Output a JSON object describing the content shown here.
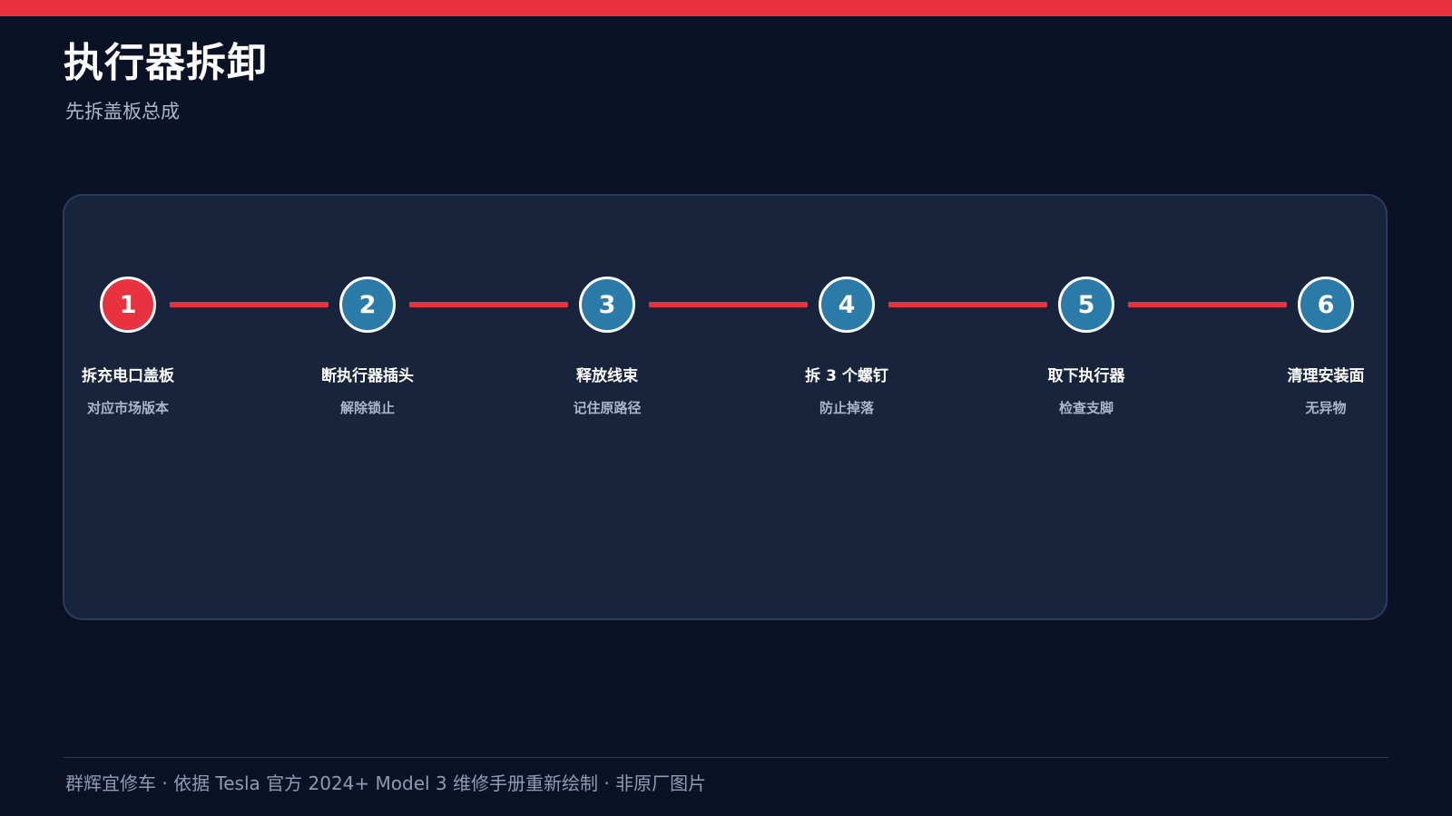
{
  "header": {
    "title": "执行器拆卸",
    "subtitle": "先拆盖板总成"
  },
  "steps": [
    {
      "number": "1",
      "title": "拆充电口盖板",
      "desc": "对应市场版本",
      "active": true
    },
    {
      "number": "2",
      "title": "断执行器插头",
      "desc": "解除锁止",
      "active": false
    },
    {
      "number": "3",
      "title": "释放线束",
      "desc": "记住原路径",
      "active": false
    },
    {
      "number": "4",
      "title": "拆 3 个螺钉",
      "desc": "防止掉落",
      "active": false
    },
    {
      "number": "5",
      "title": "取下执行器",
      "desc": "检查支脚",
      "active": false
    },
    {
      "number": "6",
      "title": "清理安装面",
      "desc": "无异物",
      "active": false
    }
  ],
  "footer": {
    "text": "群辉宜修车 · 依据 Tesla 官方 2024+ Model 3 维修手册重新绘制 · 非原厂图片"
  },
  "colors": {
    "background": "#0c1226",
    "panel": "#18233c",
    "accent_red": "#e83240",
    "step_blue": "#2b7ba8",
    "muted_text": "#a9b6cc"
  }
}
